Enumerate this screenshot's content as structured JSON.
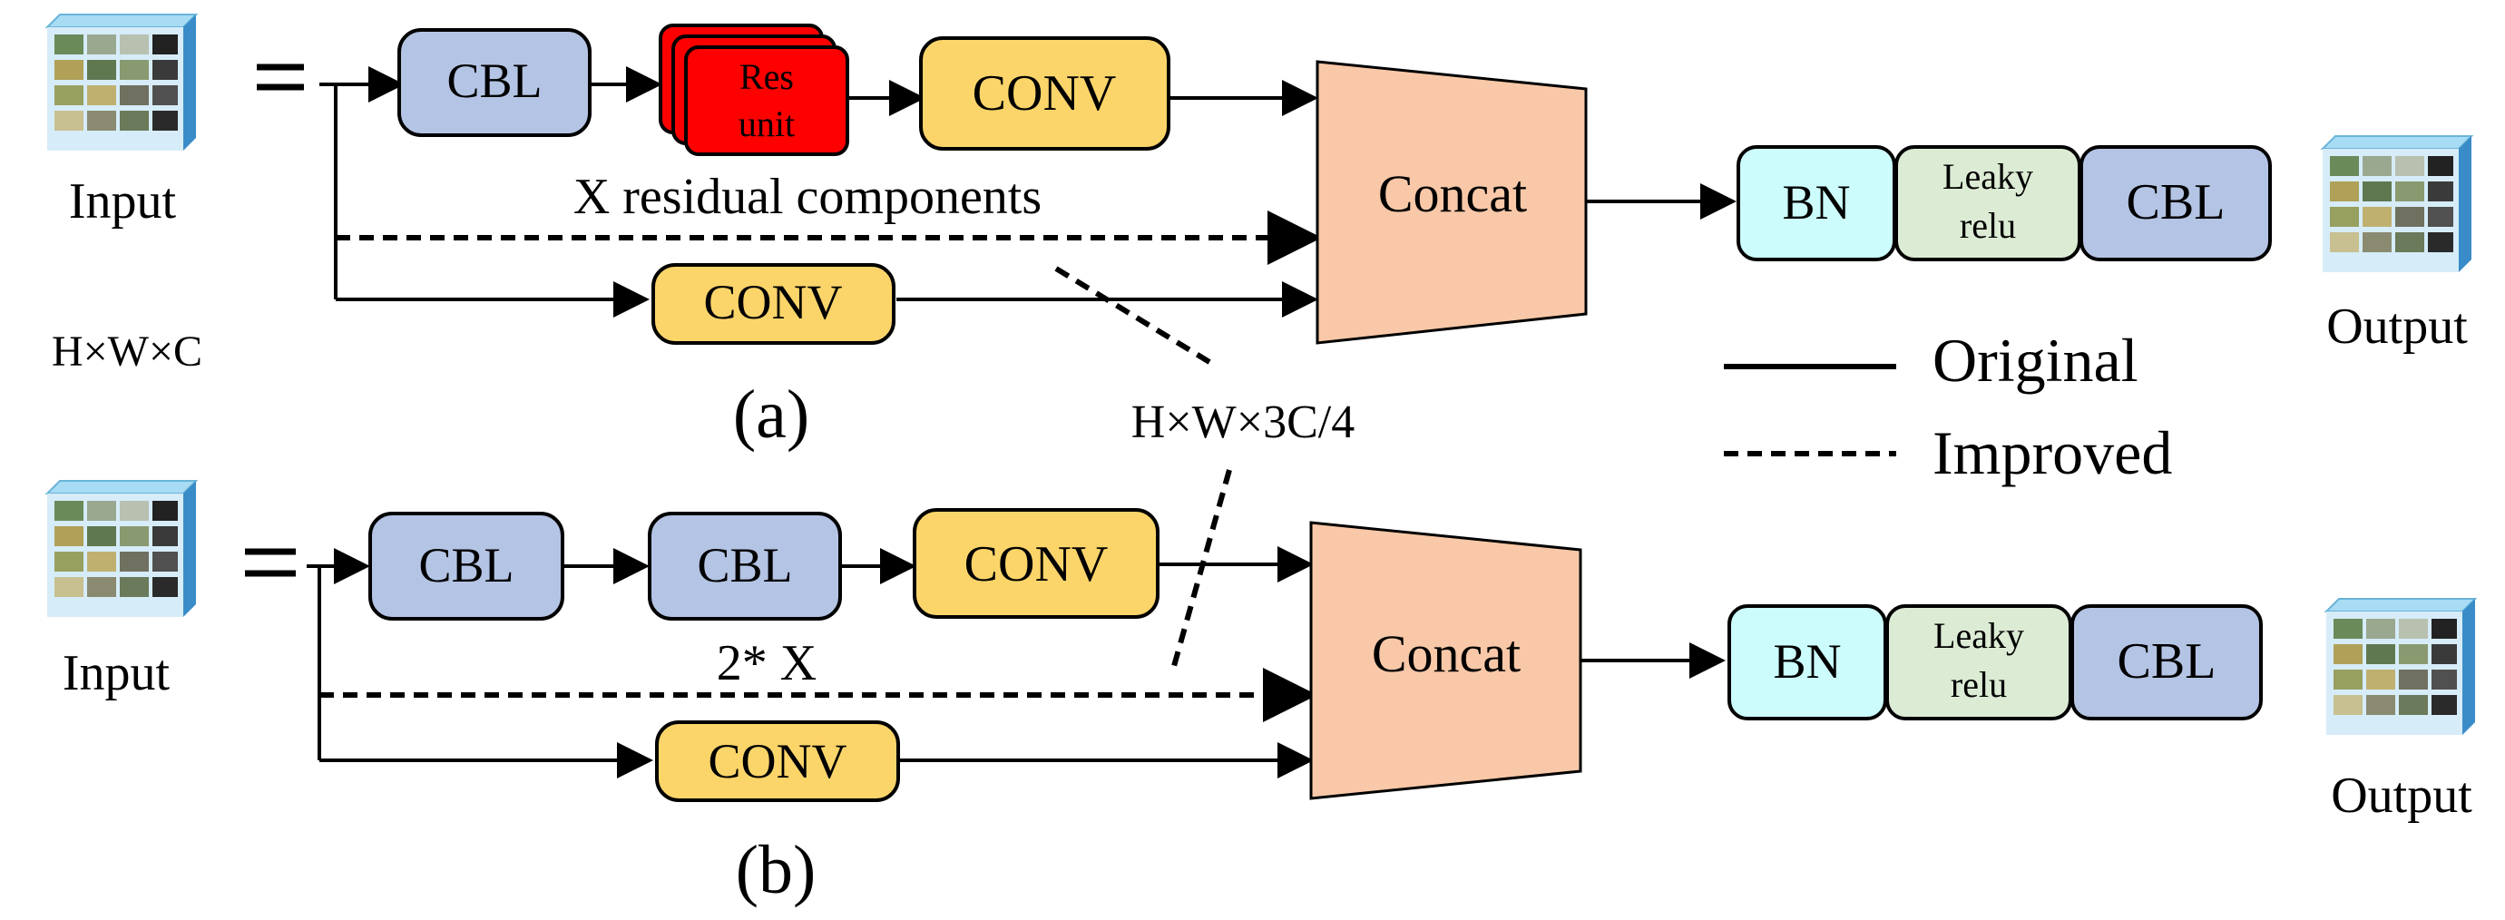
{
  "panel_a": {
    "input_label": "Input",
    "dims": "H×W×C",
    "cbl": "CBL",
    "res_unit_line1": "Res",
    "res_unit_line2": "unit",
    "conv_top": "CONV",
    "repeat_label": "X residual components",
    "conv_bottom": "CONV",
    "concat": "Concat",
    "bn": "BN",
    "leaky_line1": "Leaky",
    "leaky_line2": "relu",
    "cbl_out": "CBL",
    "output_label": "Output",
    "caption": "(a)"
  },
  "panel_b": {
    "input_label": "Input",
    "cbl1": "CBL",
    "cbl2": "CBL",
    "conv_top": "CONV",
    "repeat_label": "2* X",
    "conv_bottom": "CONV",
    "concat": "Concat",
    "bn": "BN",
    "leaky_line1": "Leaky",
    "leaky_line2": "relu",
    "cbl_out": "CBL",
    "output_label": "Output",
    "caption": "(b)"
  },
  "annotation": "H×W×3C/4",
  "legend": {
    "original": "Original",
    "improved": "Improved"
  },
  "colors": {
    "cbl": "#b4c4e4",
    "conv": "#fcd56a",
    "res_unit": "#ff0000",
    "concat": "#f8c8a8",
    "bn": "#ccfcfc",
    "leaky": "#dcebd4"
  },
  "icons": {
    "input": "feature-map-cube-icon",
    "output": "feature-map-cube-icon"
  }
}
